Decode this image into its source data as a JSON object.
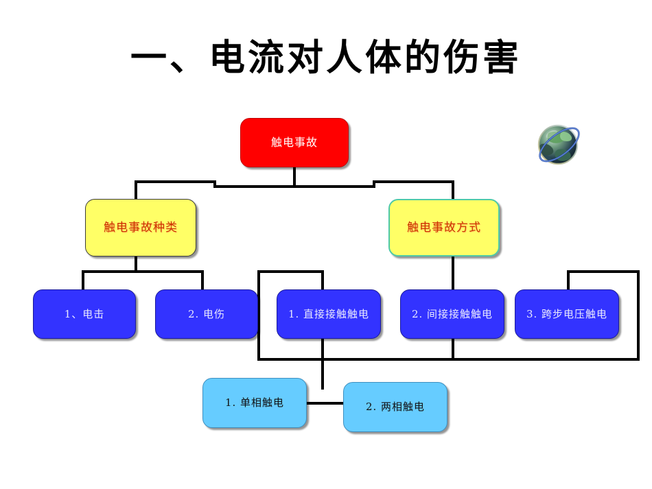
{
  "slide": {
    "title": "一、电流对人体的伤害",
    "background_color": "#ffffff",
    "decoration": {
      "globe_label": "globe-clipart"
    }
  },
  "colors": {
    "root_fill": "#ff0000",
    "root_text": "#ffffff",
    "category_fill": "#ffff66",
    "category_text": "#cc3300",
    "category_right_border": "#4ec9a8",
    "leaf_fill": "#3333ff",
    "leaf_text": "#e8e8ff",
    "sub_fill": "#66ccff",
    "sub_text": "#000000",
    "connector": "#000000"
  },
  "diagram": {
    "type": "org-chart",
    "root": {
      "label": "触电事故"
    },
    "categories": [
      {
        "label": "触电事故种类"
      },
      {
        "label": "触电事故方式"
      }
    ],
    "leaves": [
      {
        "label": "1、电击"
      },
      {
        "label": "2. 电伤"
      },
      {
        "label": "1. 直接接触触电"
      },
      {
        "label": "2. 间接接触触电"
      },
      {
        "label": "3. 跨步电压触电"
      }
    ],
    "sub_leaves": [
      {
        "label": "1. 单相触电"
      },
      {
        "label": "2. 两相触电"
      }
    ]
  }
}
